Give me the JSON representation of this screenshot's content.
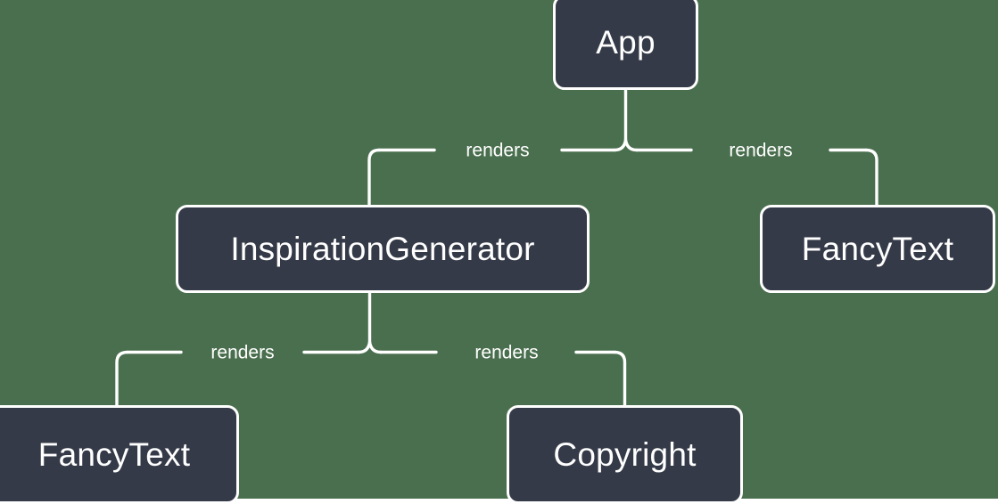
{
  "diagram": {
    "type": "component-tree",
    "background_color": "#4a6f4e",
    "node_fill_color": "#343a48",
    "node_border_color": "#ffffff",
    "edge_color": "#ffffff",
    "text_color": "#ffffff",
    "nodes": [
      {
        "id": "app",
        "label": "App"
      },
      {
        "id": "inspgen",
        "label": "InspirationGenerator"
      },
      {
        "id": "fancy_right",
        "label": "FancyText"
      },
      {
        "id": "fancy_bl",
        "label": "FancyText"
      },
      {
        "id": "copyright",
        "label": "Copyright"
      }
    ],
    "edges": [
      {
        "from": "app",
        "to": "inspgen",
        "label": "renders"
      },
      {
        "from": "app",
        "to": "fancy_right",
        "label": "renders"
      },
      {
        "from": "inspgen",
        "to": "fancy_bl",
        "label": "renders"
      },
      {
        "from": "inspgen",
        "to": "copyright",
        "label": "renders"
      }
    ]
  }
}
